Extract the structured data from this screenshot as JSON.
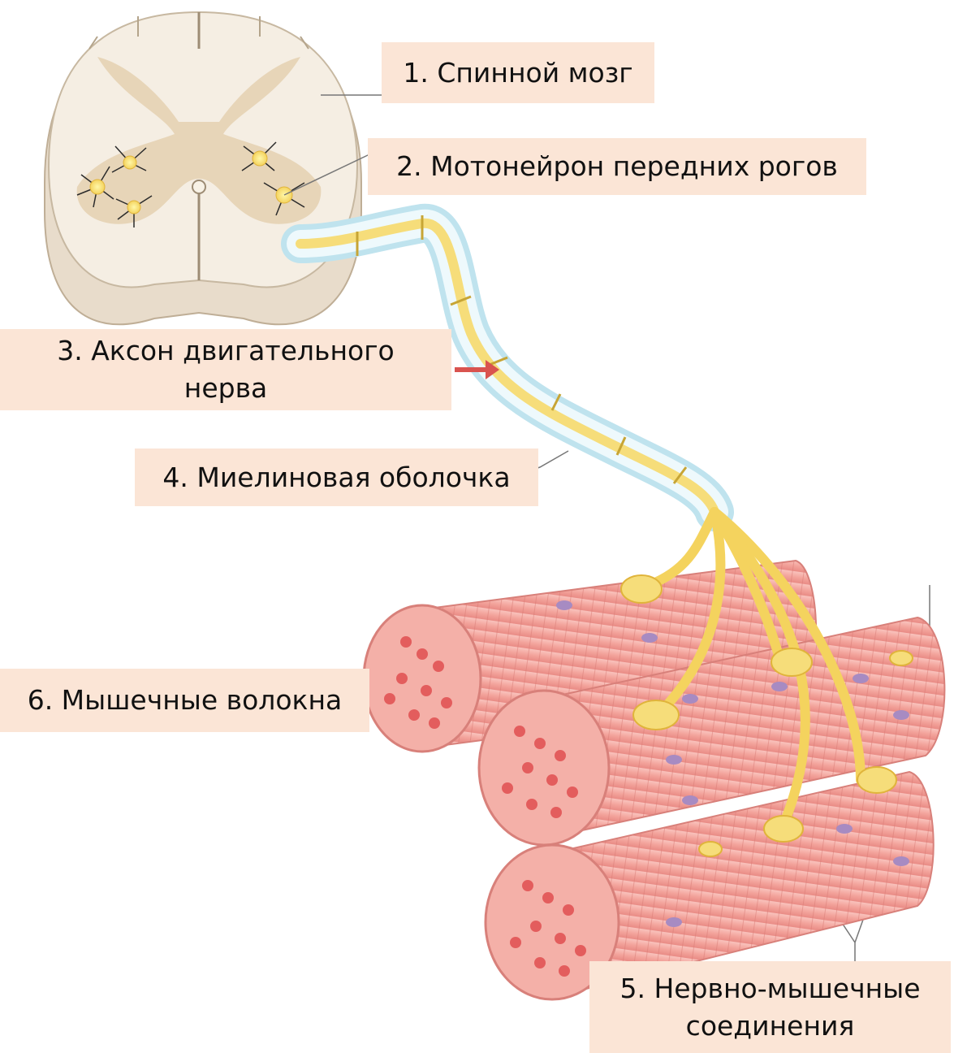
{
  "labels": {
    "spinal_cord": "1. Спинной мозг",
    "motoneuron": "2. Мотонейрон передних рогов",
    "axon_line1": "3. Аксон двигательного",
    "axon_line2": "нерва",
    "myelin": "4. Миелиновая оболочка",
    "nmj_line1": "5. Нервно-мышечные",
    "nmj_line2": "соединения",
    "muscle": "6. Мышечные волокна"
  }
}
